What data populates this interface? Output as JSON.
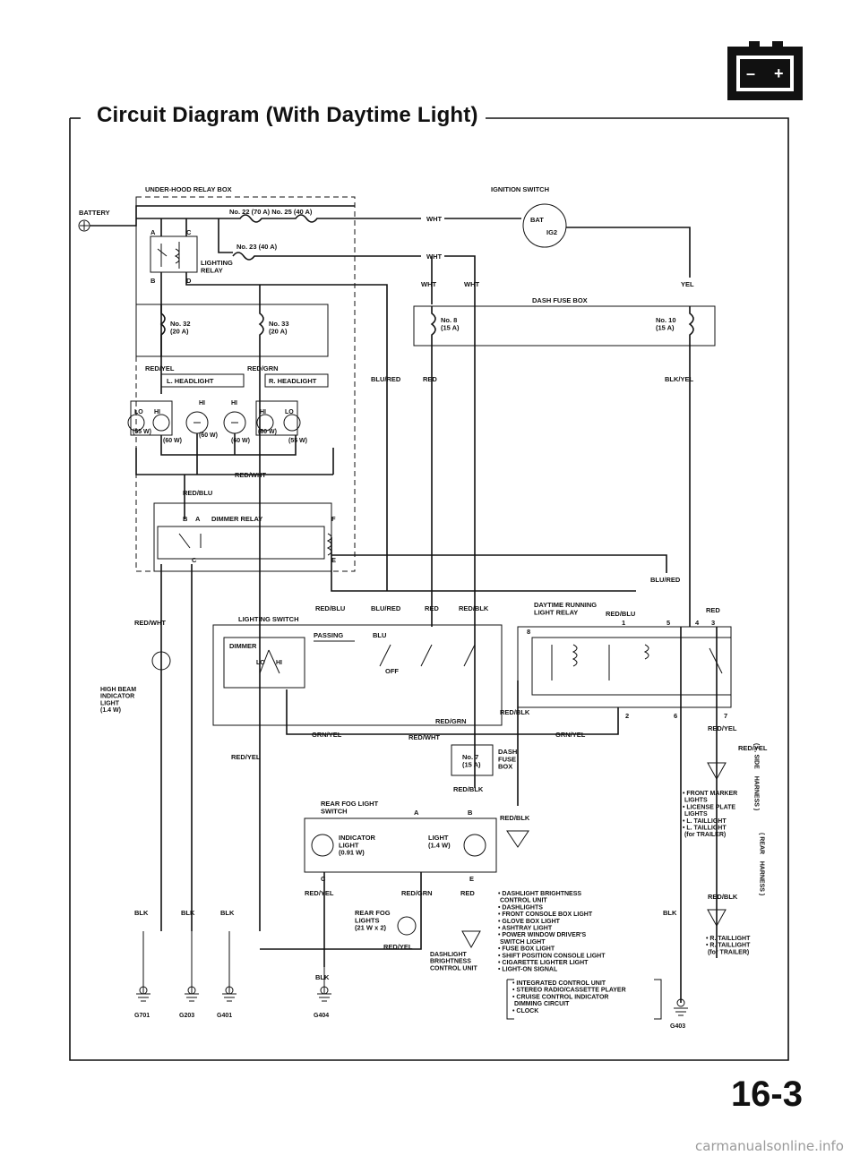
{
  "header": {
    "title": "Circuit Diagram (With Daytime Light)",
    "battery_icon_minus": "–",
    "battery_icon_plus": "+"
  },
  "page_number": "16-3",
  "watermark": "carmanualsonline.info",
  "labels": {
    "underhood_box": "UNDER-HOOD RELAY BOX",
    "battery": "BATTERY",
    "fuse_22_25": "No. 22 (70 A)  No. 25 (40 A)",
    "fuse_23": "No. 23 (40 A)",
    "lighting_relay": "LIGHTING\nRELAY",
    "relay_a": "A",
    "relay_c": "C",
    "relay_b": "B",
    "relay_d": "D",
    "fuse_32": "No. 32\n(20 A)",
    "fuse_33": "No. 33\n(20 A)",
    "ignition_switch": "IGNITION SWITCH",
    "bat": "BAT",
    "ig2": "IG2",
    "wht": "WHT",
    "yel": "YEL",
    "dash_fuse_box": "DASH FUSE BOX",
    "fuse_8": "No. 8\n(15 A)",
    "fuse_10": "No. 10\n(15 A)",
    "red_yel": "RED/YEL",
    "red_grn": "RED/GRN",
    "l_headlight": "L. HEADLIGHT",
    "r_headlight": "R. HEADLIGHT",
    "lo": "LO",
    "hi": "HI",
    "w55": "(55 W)",
    "w60": "(60 W)",
    "blu_red": "BLU/RED",
    "red": "RED",
    "blk_yel": "BLK/YEL",
    "red_wht": "RED/WHT",
    "red_blu": "RED/BLU",
    "dimmer_relay": "DIMMER   RELAY",
    "pin_b": "B",
    "pin_a": "A",
    "pin_f": "F",
    "pin_c": "C",
    "pin_e": "E",
    "red_blk": "RED/BLK",
    "drl_relay": "DAYTIME RUNNING\nLIGHT RELAY",
    "lighting_switch": "LIGHTING SWITCH",
    "blu": "BLU",
    "passing": "PASSING",
    "dimmer": "DIMMER",
    "off": "OFF",
    "pin1": "1",
    "pin2": "2",
    "pin3": "3",
    "pin4": "4",
    "pin5": "5",
    "pin6": "6",
    "pin7": "7",
    "pin8": "8",
    "high_beam": "HIGH BEAM\nINDICATOR\nLIGHT\n(1.4 W)",
    "grn_yel": "GRN/YEL",
    "fuse_7": "No. 7\n(15 A)",
    "dash_fuse_box_v": "DASH\nFUSE\nBOX",
    "l_side_harness": "( L. SIDE\nHARNESS )",
    "rear_harness": "( REAR\nHARNESS )",
    "front_marker_list": "• FRONT MARKER\n  LIGHTS\n• LICENSE PLATE\n  LIGHTS\n• L. TAILLIGHT\n• L. TAILLIGHT\n  (for TRAILER)",
    "rear_fog_switch": "REAR FOG LIGHT\nSWITCH",
    "indicator_light": "INDICATOR\nLIGHT\n(0.91 W)",
    "light_14": "LIGHT\n(1.4 W)",
    "dash_list": "• DASHLIGHT BRIGHTNESS\n  CONTROL UNIT\n• DASHLIGHTS\n• FRONT CONSOLE BOX LIGHT\n• GLOVE BOX LIGHT\n• ASHTRAY LIGHT\n• POWER WINDOW DRIVER'S\n  SWITCH LIGHT\n• FUSE BOX LIGHT\n• SHIFT POSITION CONSOLE LIGHT\n• CIGARETTE LIGHTER LIGHT\n• LIGHT-ON SIGNAL",
    "rear_fog_lights": "REAR FOG\nLIGHTS\n(21 W x 2)",
    "dash_brightness": "DASHLIGHT\nBRIGHTNESS\nCONTROL UNIT",
    "integrated_list": "• INTEGRATED CONTROL UNIT\n• STEREO RADIO/CASSETTE PLAYER\n• CRUISE CONTROL INDICATOR\n  DIMMING CIRCUIT\n• CLOCK",
    "r_tail_list": "• R. TAILLIGHT\n• R. TAILLIGHT\n  (for TRAILER)",
    "blk": "BLK",
    "g701": "G701",
    "g203": "G203",
    "g401": "G401",
    "g404": "G404",
    "g403": "G403"
  }
}
